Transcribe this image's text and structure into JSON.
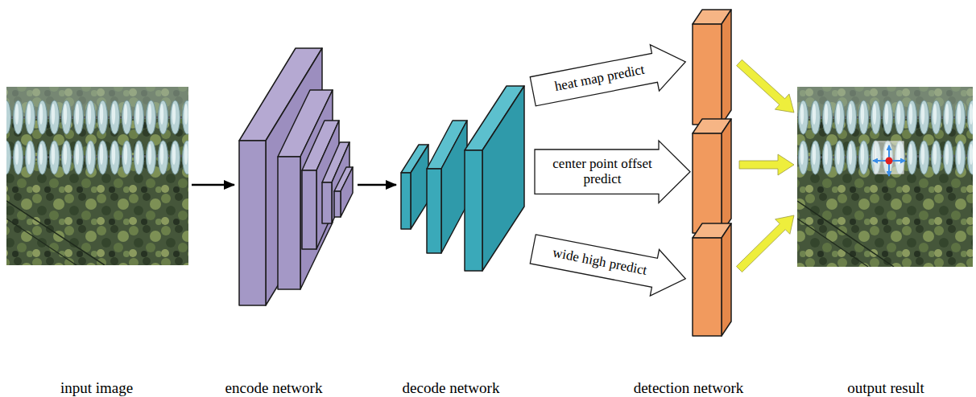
{
  "diagram": {
    "nodes": [
      {
        "text": [
          "input image"
        ]
      },
      {
        "text": [
          "encode network"
        ]
      },
      {
        "text": [
          "decode network"
        ]
      },
      {
        "text": [
          "heat map predict"
        ]
      },
      {
        "text": [
          "center point offset predict"
        ]
      },
      {
        "text": [
          "wide high predict"
        ]
      },
      {
        "text": [
          "detection network"
        ]
      },
      {
        "text": [
          "output result"
        ]
      }
    ],
    "edges": [
      {
        "from": 0,
        "to": 1,
        "arrow": "to"
      },
      {
        "from": 1,
        "to": 2,
        "arrow": "to"
      },
      {
        "from": 6,
        "to": 7,
        "arrow": "to"
      },
      {
        "from": 6,
        "to": 7,
        "arrow": "to"
      },
      {
        "from": 6,
        "to": 7,
        "arrow": "to"
      }
    ]
  }
}
